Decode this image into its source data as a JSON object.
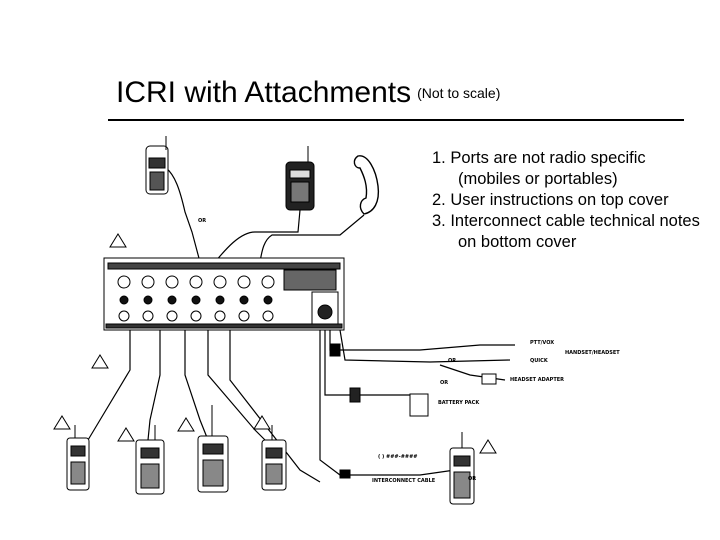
{
  "slide": {
    "title": "ICRI with Attachments",
    "subtitle": "(Not to scale)"
  },
  "notes": [
    "1. Ports are not radio specific (mobiles or portables)",
    "2. User instructions on top cover",
    "3. Interconnect cable technical notes on bottom cover"
  ],
  "diagram": {
    "labels": {
      "or_1": "OR",
      "or_2": "OR",
      "or_3": "OR",
      "or_4": "OR",
      "ptt_1": "PTT/VOX",
      "quick": "QUICK",
      "handset": "HANDSET/HEADSET",
      "headset_adapter": "HEADSET ADAPTER",
      "battery": "BATTERY PACK",
      "phone_number": "( ) ###-####",
      "interconnect": "INTERCONNECT CABLE"
    }
  }
}
